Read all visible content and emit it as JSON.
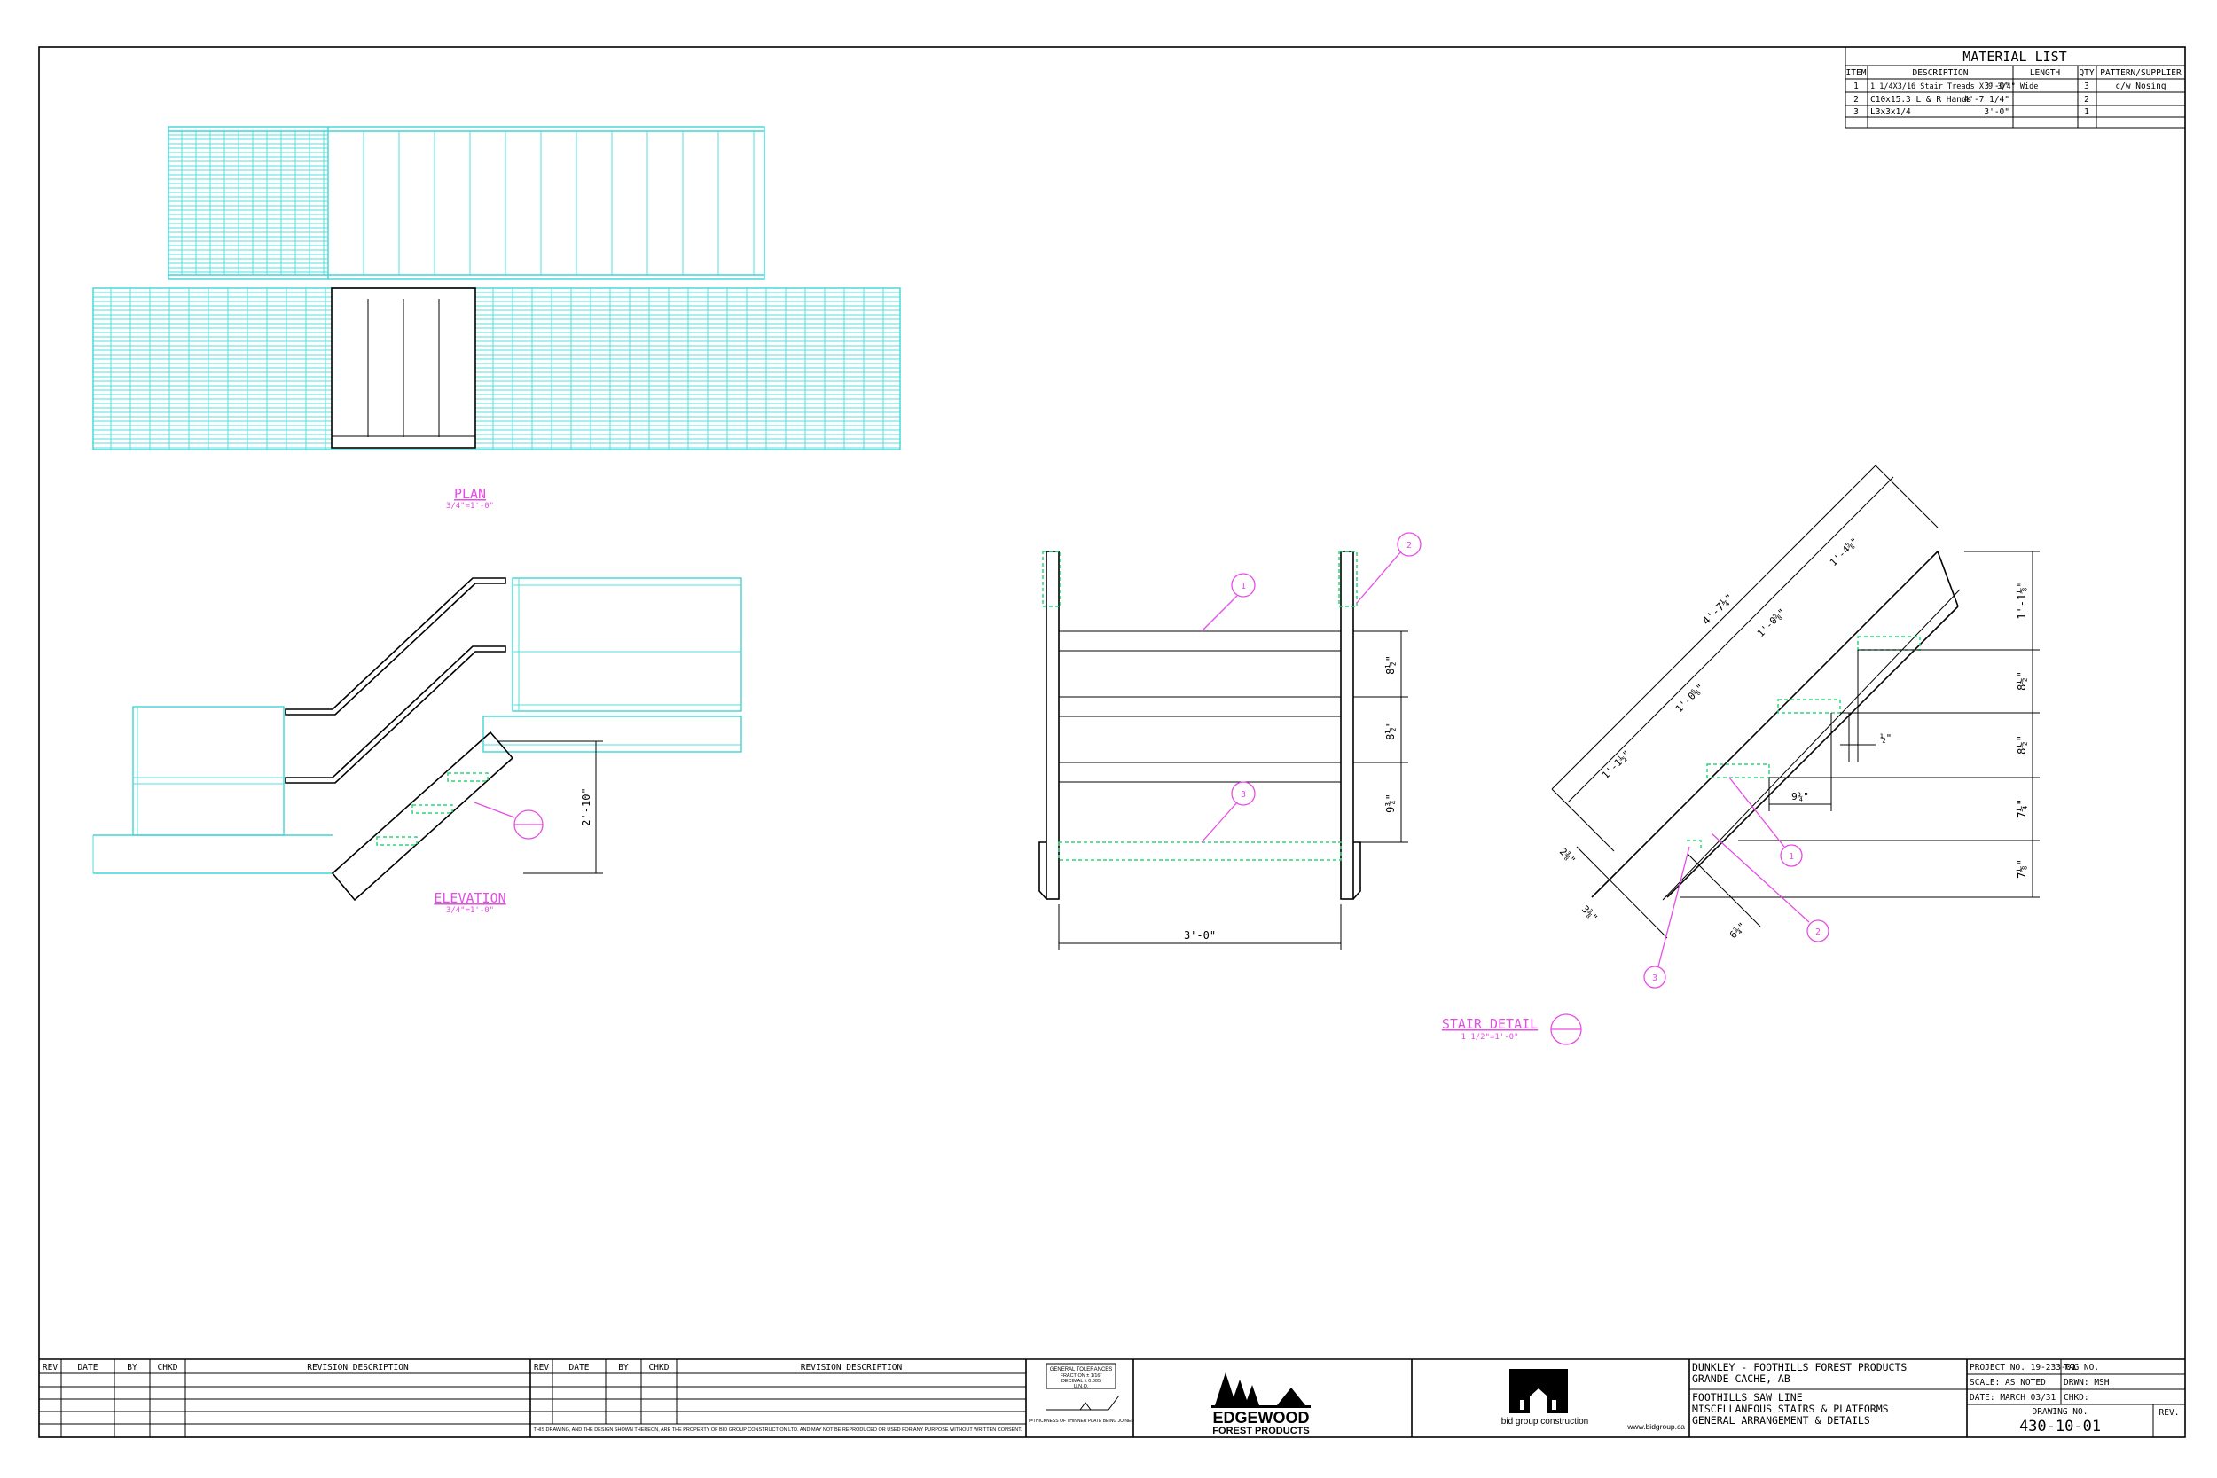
{
  "material_list": {
    "title": "MATERIAL LIST",
    "headers": [
      "ITEM",
      "DESCRIPTION",
      "LENGTH",
      "QTY",
      "PATTERN/SUPPLIER"
    ],
    "rows": [
      [
        "1",
        "1 1/4X3/16 Stair Treads X 9 3/4\" Wide",
        "3'-0\"",
        "3",
        "c/w Nosing"
      ],
      [
        "2",
        "C10x15.3   L & R Hands",
        "4'-7 1/4\"",
        "2",
        ""
      ],
      [
        "3",
        "L3x3x1/4",
        "3'-0\"",
        "1",
        ""
      ]
    ]
  },
  "views": {
    "plan": {
      "title": "PLAN",
      "scale": "3/4\"=1'-0\""
    },
    "elevation": {
      "title": "ELEVATION",
      "scale": "3/4\"=1'-0\"",
      "dim_rise": "2'-10\""
    },
    "stair_detail": {
      "title": "STAIR DETAIL",
      "scale": "1 1/2\"=1'-0\""
    }
  },
  "front_view": {
    "dim_width": "3'-0\"",
    "dim_spacings": [
      "8½\"",
      "8½\"",
      "9¾\""
    ],
    "balloons": [
      "1",
      "2",
      "3"
    ]
  },
  "side_view": {
    "dim_overall": "4'-7¼\"",
    "dim_segments": [
      "1'-4⅝\"",
      "1'-0⅝\"",
      "1'-0⅝\"",
      "1'-1½\""
    ],
    "dim_rises": [
      "1'-1⅛\"",
      "8½\"",
      "8½\"",
      "7¼\"",
      "7⅛\""
    ],
    "dim_tread": "9¾\"",
    "dim_nosing": "½\"",
    "dim_bottom": [
      "6¾\"",
      "2⅜\"",
      "3⅜\""
    ],
    "balloons": [
      "1",
      "2",
      "3"
    ]
  },
  "revision_block": {
    "headers": [
      "REV",
      "DATE",
      "BY",
      "CHKD",
      "REVISION DESCRIPTION"
    ],
    "disclaimer": "THIS DRAWING, AND THE DESIGN SHOWN THEREON, ARE THE PROPERTY OF BID GROUP CONSTRUCTION LTD. AND MAY NOT BE REPRODUCED OR USED FOR ANY PURPOSE WITHOUT WRITTEN CONSENT."
  },
  "tolerances": {
    "title": "GENERAL TOLERANCES",
    "lines": [
      "FRACTION ± 1/16\"",
      "DECIMAL ± 0.005",
      "U.N.O."
    ],
    "note": "T=THICKNESS OF THINNER PLATE BEING JOINED"
  },
  "logos": {
    "client": "EDGEWOOD",
    "client_sub": "FOREST PRODUCTS",
    "contractor": "bid group construction",
    "website": "www.bidgroup.ca"
  },
  "title_block": {
    "client_line1": "DUNKLEY - FOOTHILLS FOREST PRODUCTS",
    "client_line2": "GRANDE CACHE, AB",
    "title_line1": "FOOTHILLS SAW LINE",
    "title_line2": "MISCELLANEOUS STAIRS & PLATFORMS",
    "title_line3": "GENERAL ARRANGEMENT & DETAILS",
    "project_no": "PROJECT NO. 19-233-01",
    "tag_no": "TAG NO.",
    "scale": "SCALE: AS NOTED",
    "drawn": "DRWN: MSH",
    "date": "DATE: MARCH 03/31",
    "checked": "CHKD:",
    "drawing_no_label": "DRAWING NO.",
    "drawing_no": "430-10-01",
    "rev_label": "REV."
  }
}
